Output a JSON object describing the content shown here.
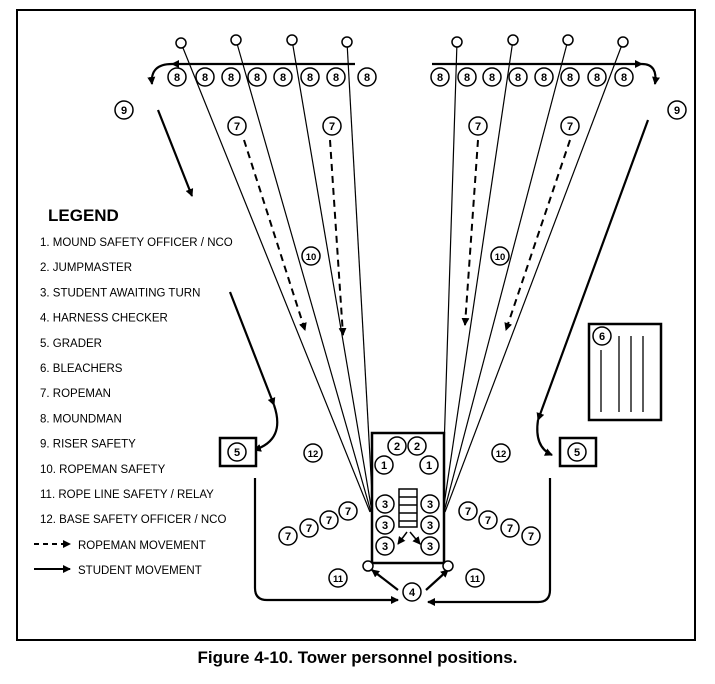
{
  "figure": {
    "caption": "Figure 4-10. Tower personnel positions."
  },
  "legend": {
    "title": "LEGEND",
    "items": [
      "1. MOUND SAFETY OFFICER / NCO",
      "2. JUMPMASTER",
      "3. STUDENT AWAITING TURN",
      "4. HARNESS CHECKER",
      "5. GRADER",
      "6. BLEACHERS",
      "7. ROPEMAN",
      "8. MOUNDMAN",
      "9. RISER SAFETY",
      "10. ROPEMAN SAFETY",
      "11. ROPE LINE SAFETY / RELAY",
      "12. BASE SAFETY OFFICER / NCO"
    ],
    "ropeman_movement": "ROPEMAN MOVEMENT",
    "student_movement": "STUDENT MOVEMENT"
  },
  "markers": {
    "one": "1",
    "two": "2",
    "three": "3",
    "four": "4",
    "five": "5",
    "six": "6",
    "seven": "7",
    "eight": "8",
    "nine": "9",
    "ten": "10",
    "eleven": "11",
    "twelve": "12"
  },
  "colors": {
    "ink": "#000000",
    "paper": "#ffffff"
  }
}
